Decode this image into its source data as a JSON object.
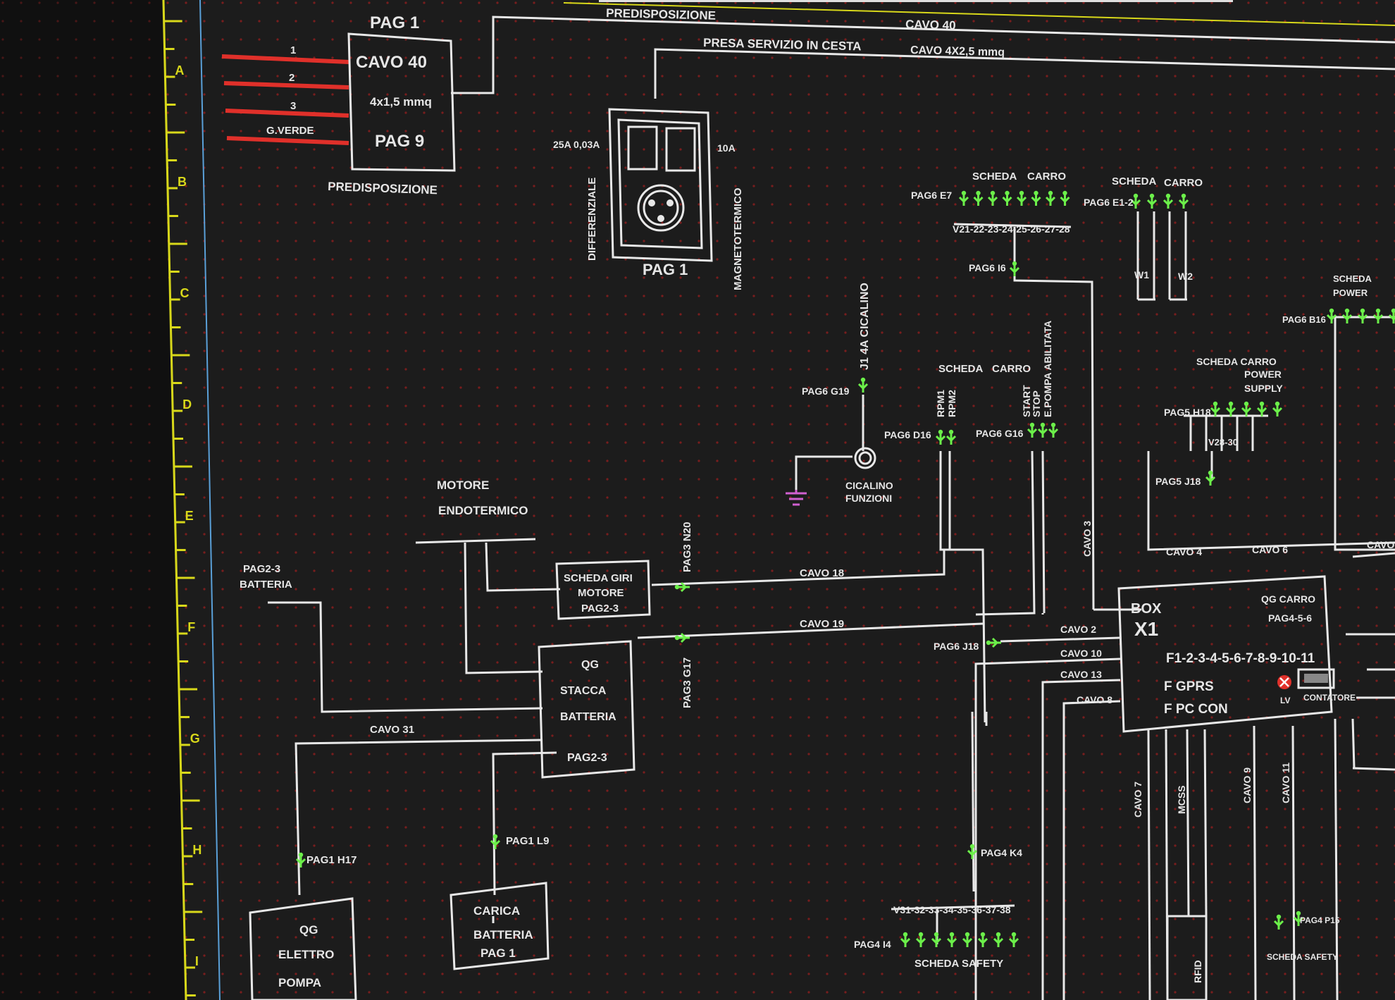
{
  "colors": {
    "background": "#1b1b1b",
    "wire": "#e8e8e8",
    "connector": "#6cf04a",
    "highlight_wires": "#e0302a",
    "ruler": "#d8d81a",
    "ground": "#d060d0"
  },
  "ruler": {
    "rows": [
      "A",
      "B",
      "C",
      "D",
      "E",
      "F",
      "G",
      "H",
      "I"
    ]
  },
  "top_cable": {
    "predisposizione": "PREDISPOSIZIONE",
    "cavo40": "CAVO 40",
    "presa": "PRESA SERVIZIO IN CESTA",
    "cavo4x25": "CAVO 4X2,5 mmq"
  },
  "cavo40_box": {
    "pag1": "PAG 1",
    "line1": "CAVO 40",
    "line2": "4x1,5 mmq",
    "line3": "PAG 9",
    "predisposizione": "PREDISPOSIZIONE",
    "wire_labels": [
      "1",
      "2",
      "3",
      "G.VERDE"
    ]
  },
  "socket": {
    "left_rating": "25A 0,03A",
    "left_label": "DIFFERENZIALE",
    "right_rating": "10A",
    "right_label": "MAGNETOTERMICO",
    "page": "PAG 1"
  },
  "scheda_carro_top": {
    "title1": "SCHEDA",
    "title2": "CARRO",
    "ref": "PAG6 E7",
    "range": "V21-22-23-24-25-26-27-28",
    "ref2": "PAG6 I6"
  },
  "scheda_carro_right": {
    "title1": "SCHEDA",
    "title2": "CARRO",
    "ref": "PAG6 E1-2",
    "w1": "W1",
    "w2": "W2"
  },
  "scheda_power_edge": {
    "title1": "SCHEDA",
    "title2": "POWER",
    "ref": "PAG6 B16"
  },
  "cicalino": {
    "label": "J1 4A CICALINO",
    "ref": "PAG6 G19",
    "name1": "CICALINO",
    "name2": "FUNZIONI"
  },
  "scheda_carro_mid": {
    "title1": "SCHEDA",
    "title2": "CARRO",
    "rpm1": "RPM1",
    "rpm2": "RPM2",
    "ref_rpm": "PAG6 D16",
    "start": "START",
    "stop": "STOP",
    "epompa": "E.POMPA ABILITATA",
    "ref_start": "PAG6 G16"
  },
  "power_supply": {
    "title1": "SCHEDA CARRO",
    "title2": "POWER",
    "title3": "SUPPLY",
    "ref": "PAG5 H18",
    "range": "V28-30",
    "ref2": "PAG5 J18"
  },
  "motore": {
    "line1": "MOTORE",
    "line2": "ENDOTERMICO"
  },
  "batteria": {
    "line1": "PAG2-3",
    "line2": "BATTERIA"
  },
  "scheda_giri": {
    "line1": "SCHEDA GIRI",
    "line2": "MOTORE",
    "line3": "PAG2-3",
    "ref": "PAG3 N20"
  },
  "cables": {
    "cavo18": "CAVO 18",
    "cavo19": "CAVO 19",
    "cavo31": "CAVO 31",
    "cavo3": "CAVO 3",
    "cavo4": "CAVO 4",
    "cavo6": "CAVO 6",
    "cavo2": "CAVO 2",
    "cavo10": "CAVO 10",
    "cavo13": "CAVO 13",
    "cavo8": "CAVO 8",
    "cavo7": "CAVO 7",
    "mcss": "MCSS",
    "cavo9": "CAVO 9",
    "cavo11": "CAVO 11",
    "cavo_edge": "CAVO"
  },
  "qg_stacca": {
    "line1": "QG",
    "line2": "STACCA",
    "line3": "BATTERIA",
    "line4": "PAG2-3",
    "ref": "PAG3 G17"
  },
  "j18": "PAG6 J18",
  "box_x1": {
    "line1": "BOX",
    "line2": "X1",
    "qg": "QG CARRO",
    "qg_page": "PAG4-5-6",
    "fuses": "F1-2-3-4-5-6-7-8-9-10-11",
    "fgprs": "F GPRS",
    "fpccon": "F PC CON",
    "lv": "LV",
    "contatore": "CONTATORE"
  },
  "pag1_h17": "PAG1 H17",
  "pag1_l9": "PAG1 L9",
  "qg_elettropompa": {
    "line1": "QG",
    "line2": "ELETTRO",
    "line3": "POMPA"
  },
  "carica_batteria": {
    "line1": "CARICA",
    "line2": "BATTERIA",
    "line3": "PAG 1"
  },
  "scheda_safety": {
    "ref_top": "PAG4 K4",
    "range": "V31-32-33-34-35-36-37-38",
    "ref": "PAG4 I4",
    "label": "SCHEDA SAFETY"
  },
  "bottom_right": {
    "rfid": "RFID",
    "ref": "PAG4 P15",
    "label": "SCHEDA SAFETY"
  }
}
